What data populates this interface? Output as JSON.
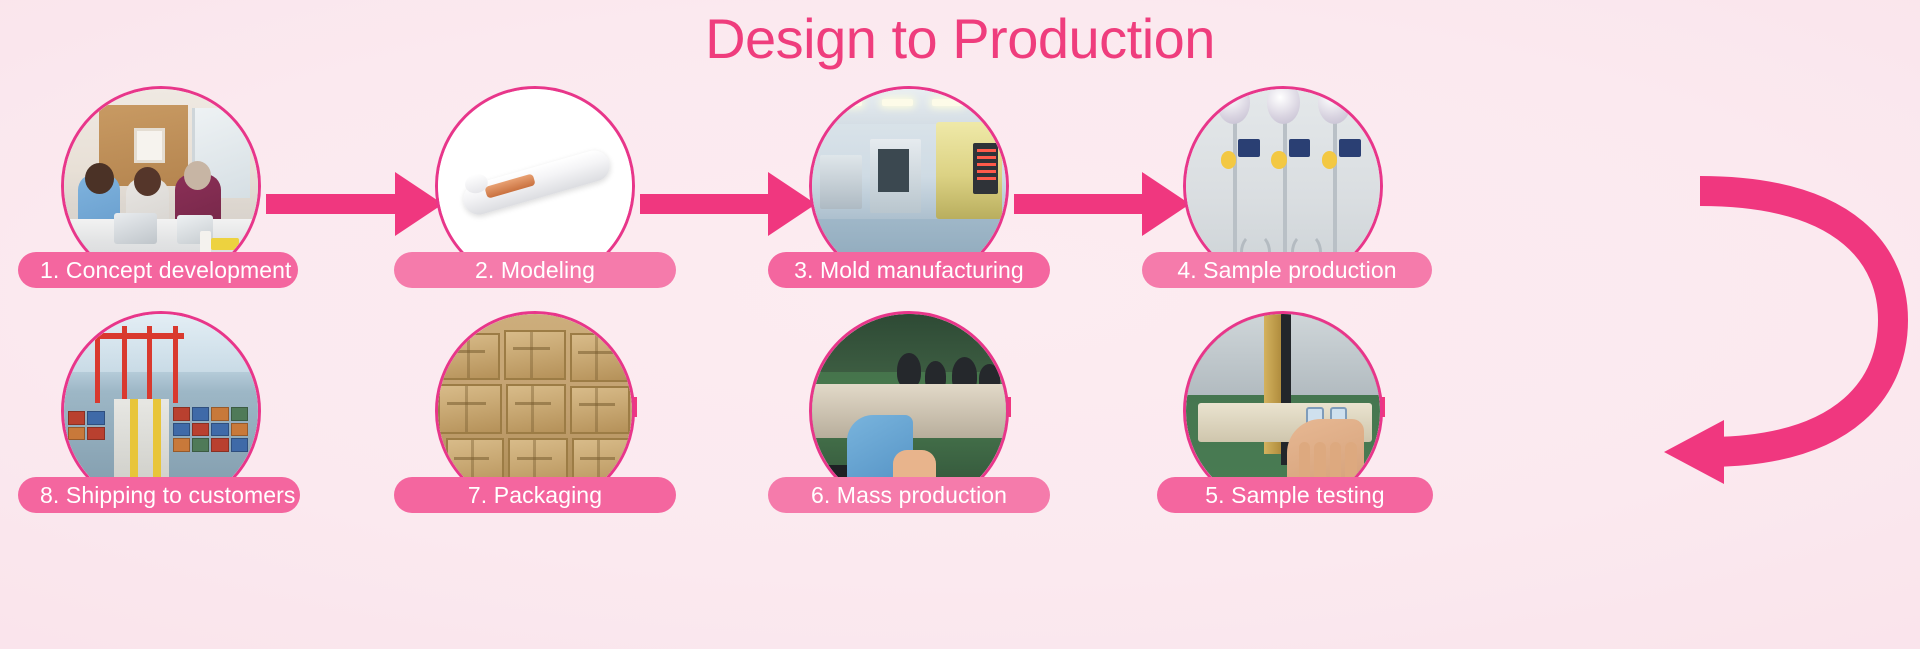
{
  "title": "Design to Production",
  "colors": {
    "accent": "#ef3d7d",
    "pill_strong": "#f4669f",
    "pill_light": "#f57bab",
    "circle_border": "#e8368a",
    "arrow": "#f0377f",
    "background_start": "#fcecf1",
    "background_end": "#f7dde7",
    "label_text": "#ffffff"
  },
  "steps": [
    {
      "number": "1",
      "label": "1. Concept development",
      "image": "office-meeting-photo",
      "row": "top"
    },
    {
      "number": "2",
      "label": "2. Modeling",
      "image": "product-render-photo",
      "row": "top"
    },
    {
      "number": "3",
      "label": "3. Mold manufacturing",
      "image": "cnc-factory-photo",
      "row": "top"
    },
    {
      "number": "4",
      "label": "4. Sample production",
      "image": "lab-test-rigs-photo",
      "row": "top"
    },
    {
      "number": "5",
      "label": "5. Sample testing",
      "image": "tensile-tester-photo",
      "row": "bottom"
    },
    {
      "number": "6",
      "label": "6. Mass production",
      "image": "assembly-line-photo",
      "row": "bottom"
    },
    {
      "number": "7",
      "label": "7. Packaging",
      "image": "carton-stack-photo",
      "row": "bottom"
    },
    {
      "number": "8",
      "label": "8. Shipping to customers",
      "image": "shipping-port-photo",
      "row": "bottom"
    }
  ],
  "arrows": [
    {
      "name": "arrow-step-1-to-2",
      "direction": "right"
    },
    {
      "name": "arrow-step-2-to-3",
      "direction": "right"
    },
    {
      "name": "arrow-step-3-to-4",
      "direction": "right"
    },
    {
      "name": "arrow-step-4-to-5",
      "direction": "curved-down-left"
    },
    {
      "name": "arrow-step-5-to-6",
      "direction": "left"
    },
    {
      "name": "arrow-step-6-to-7",
      "direction": "left"
    },
    {
      "name": "arrow-step-7-to-8",
      "direction": "left"
    }
  ]
}
